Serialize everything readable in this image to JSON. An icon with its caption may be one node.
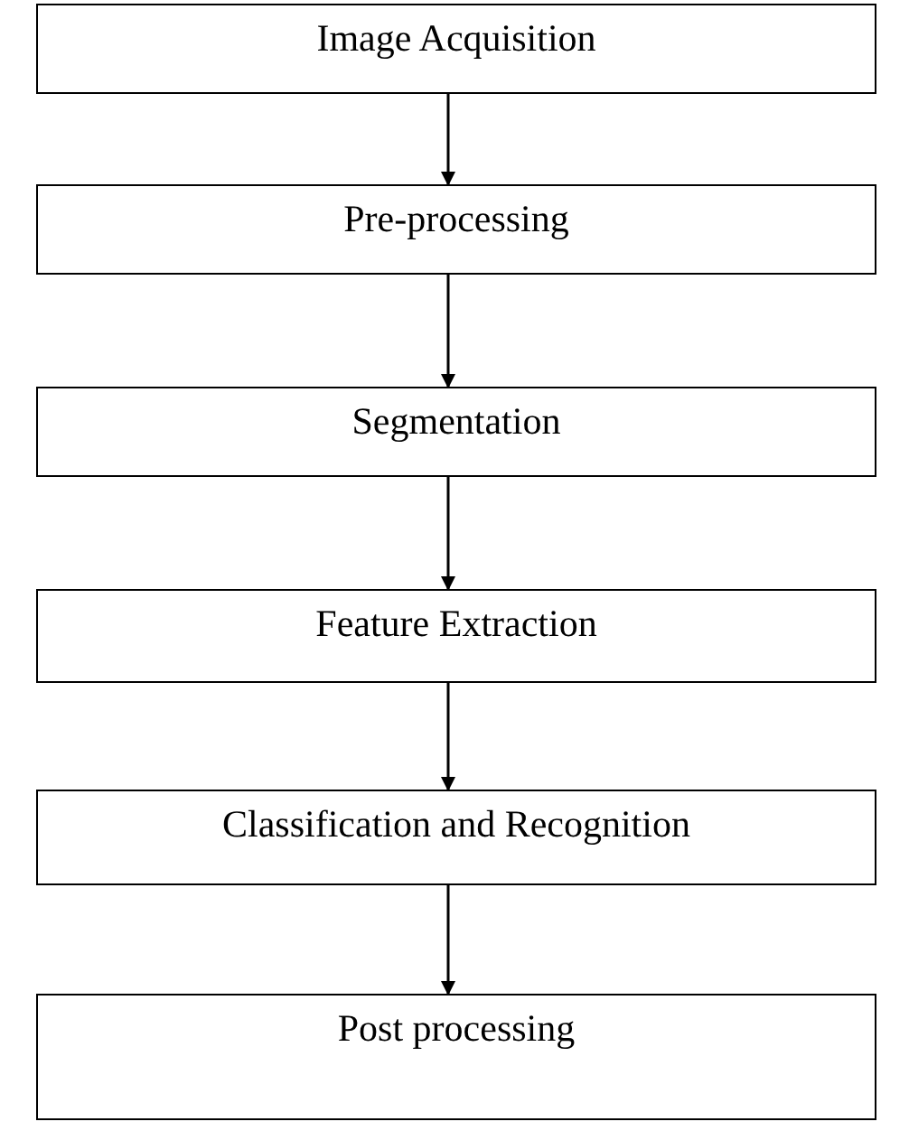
{
  "diagram": {
    "nodes": [
      {
        "text": [
          "Image Acquisition"
        ]
      },
      {
        "text": [
          "Pre-processing"
        ]
      },
      {
        "text": [
          "Segmentation"
        ]
      },
      {
        "text": [
          "Feature Extraction"
        ]
      },
      {
        "text": [
          "Classification and Recognition"
        ]
      },
      {
        "text": [
          "Post processing"
        ]
      }
    ],
    "edges": [
      {
        "from": 0,
        "to": 1,
        "arrow": "to"
      },
      {
        "from": 1,
        "to": 2,
        "arrow": "to"
      },
      {
        "from": 2,
        "to": 3,
        "arrow": "to"
      },
      {
        "from": 3,
        "to": 4,
        "arrow": "to"
      },
      {
        "from": 4,
        "to": 5,
        "arrow": "to"
      }
    ]
  }
}
